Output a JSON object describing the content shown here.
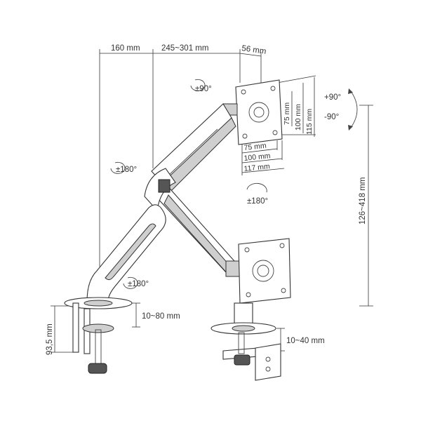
{
  "dimensions": {
    "base_to_pole": "160 mm",
    "arm_extension": "245~301 mm",
    "vesa_offset": "56 mm",
    "vesa_w75": "75 mm",
    "vesa_w100": "100 mm",
    "vesa_w117": "117 mm",
    "vesa_h75": "75 mm",
    "vesa_h100": "100 mm",
    "vesa_h115": "115 mm",
    "height_range": "126~418 mm",
    "clamp_height": "93,5 mm",
    "clamp_range": "10~80 mm",
    "grommet_range": "10~40 mm"
  },
  "rotations": {
    "tilt_rot": "±90°",
    "pan_up": "+90°",
    "pan_down": "-90°",
    "elbow_rot": "±180°",
    "screen_rot": "±180°",
    "base_rot": "±180°"
  }
}
